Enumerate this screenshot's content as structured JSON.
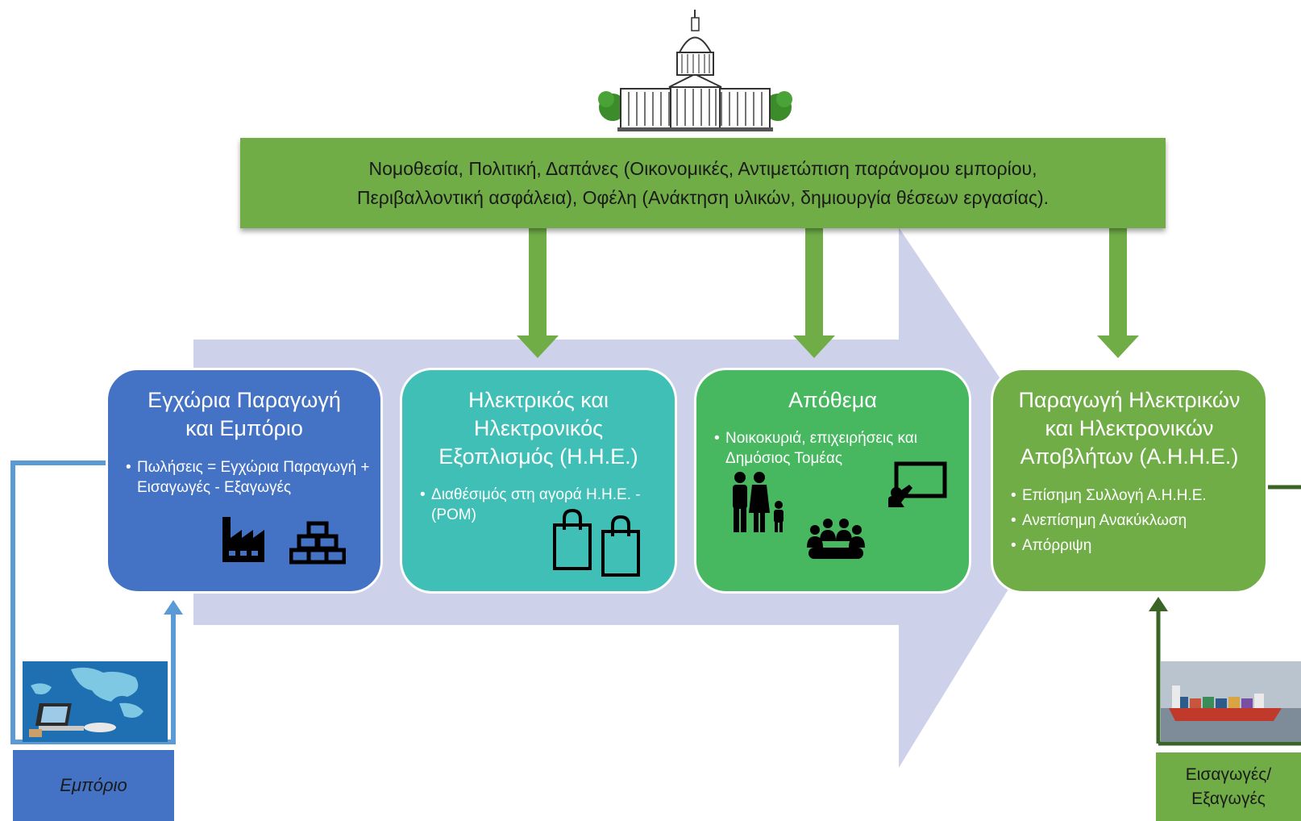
{
  "policy": {
    "line1": "Νομοθεσία, Πολιτική, Δαπάνες (Οικονομικές, Αντιμετώπιση παράνομου εμπορίου,",
    "line2": "Περιβαλλοντική ασφάλεια), Οφέλη (Ανάκτηση υλικών, δημιουργία θέσεων εργασίας)."
  },
  "stages": [
    {
      "title": [
        "Εγχώρια Παραγωγή",
        "και Εμπόριο"
      ],
      "bullets": [
        "Πωλήσεις = Εγχώρια Παραγωγή + Εισαγωγές - Εξαγωγές"
      ],
      "icons": [
        "factory-icon",
        "gold-bars-icon"
      ],
      "color": "#4472c4"
    },
    {
      "title": [
        "Ηλεκτρικός και",
        "Ηλεκτρονικός",
        "Εξοπλισμός (Η.Η.Ε.)"
      ],
      "bullets": [
        "Διαθέσιμός στη αγορά Η.Η.Ε. - (POM)"
      ],
      "icons": [
        "shopping-bag-icon",
        "shopping-bag-icon"
      ],
      "color": "#3fbfb6"
    },
    {
      "title": [
        "Απόθεμα"
      ],
      "bullets": [
        "Νοικοκυριά, επιχειρήσεις και Δημόσιος Τομέας"
      ],
      "icons": [
        "family-icon",
        "presentation-icon",
        "meeting-group-icon"
      ],
      "color": "#47b760"
    },
    {
      "title": [
        "Παραγωγή Ηλεκτρικών",
        "και Ηλεκτρονικών",
        "Αποβλήτων (Α.Η.Η.Ε.)"
      ],
      "bullets": [
        "Επίσημη Συλλογή Α.Η.Η.Ε.",
        "Ανεπίσημη Ανακύκλωση",
        "Απόρριψη"
      ],
      "icons": [],
      "color": "#71ad47"
    }
  ],
  "trade": {
    "label": "Εμπόριο"
  },
  "imports_exports": {
    "line1": "Εισαγωγές/",
    "line2": "Εξαγωγές"
  },
  "icons": {
    "government": "capitol-building-icon",
    "trade_photo": "world-trade-map-photo",
    "ship_photo": "container-ship-photo"
  }
}
